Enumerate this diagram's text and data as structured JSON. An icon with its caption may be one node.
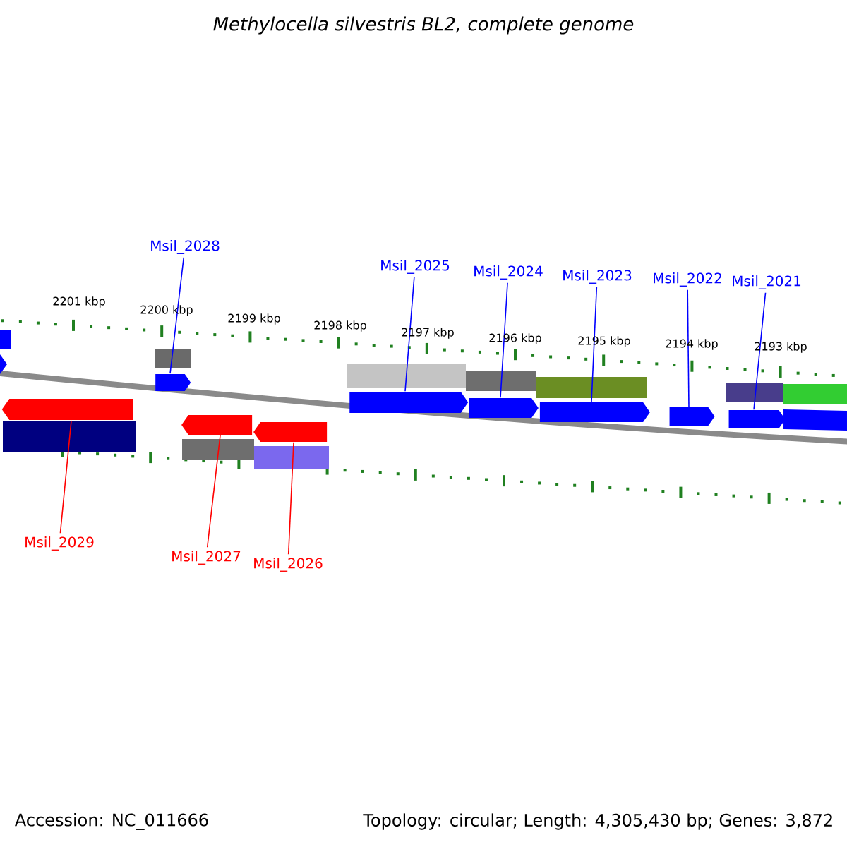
{
  "diagram": {
    "title": "Methylocella silvestris BL2, complete genome",
    "nodes": [
      {
        "text": [
          "Msil_2028"
        ]
      },
      {
        "text": [
          "Msil_2025"
        ]
      },
      {
        "text": [
          "Msil_2024"
        ]
      },
      {
        "text": [
          "Msil_2023"
        ]
      },
      {
        "text": [
          "Msil_2022"
        ]
      },
      {
        "text": [
          "Msil_2021"
        ]
      },
      {
        "text": [
          "Msil_2029"
        ]
      },
      {
        "text": [
          "Msil_2027"
        ]
      },
      {
        "text": [
          "Msil_2026"
        ]
      },
      {
        "text": [],
        "shape": "pentagon"
      },
      {
        "text": [],
        "shape": "pentagon"
      },
      {
        "text": [],
        "shape": "pentagon"
      },
      {
        "text": [],
        "shape": "pentagon"
      },
      {
        "text": [],
        "shape": "pentagon"
      },
      {
        "text": [],
        "shape": "pentagon"
      },
      {
        "text": [],
        "shape": "pentagon"
      },
      {
        "text": [],
        "shape": "pentagon"
      },
      {
        "text": [],
        "shape": "pentagon"
      },
      {
        "text": [],
        "shape": "bar"
      },
      {
        "text": [],
        "shape": "bar"
      },
      {
        "text": [],
        "shape": "bar"
      },
      {
        "text": [],
        "shape": "bar"
      },
      {
        "text": [],
        "shape": "bar"
      },
      {
        "text": [],
        "shape": "bar"
      },
      {
        "text": [],
        "shape": "bar"
      },
      {
        "text": [],
        "shape": "bar"
      },
      {
        "text": [],
        "shape": "bar"
      }
    ],
    "edges": [
      {
        "from": 0,
        "to": 9,
        "arrow": "none"
      },
      {
        "from": 1,
        "to": 10,
        "arrow": "none"
      },
      {
        "from": 2,
        "to": 11,
        "arrow": "none"
      },
      {
        "from": 3,
        "to": 12,
        "arrow": "none"
      },
      {
        "from": 4,
        "to": 13,
        "arrow": "none"
      },
      {
        "from": 5,
        "to": 14,
        "arrow": "none"
      },
      {
        "from": 6,
        "to": 15,
        "arrow": "none",
        "color": "#ff0000"
      },
      {
        "from": 7,
        "to": 16,
        "arrow": "none",
        "color": "#ff0000"
      },
      {
        "from": 8,
        "to": 17,
        "arrow": "none",
        "color": "#ff0000"
      }
    ],
    "labels": [
      "2201 kbp",
      "2200 kbp",
      "2199 kbp",
      "2198 kbp",
      "2197 kbp",
      "2196 kbp",
      "2195 kbp",
      "2194 kbp",
      "2193 kbp",
      "Accession: NC_011666",
      "Topology: circular; Length: 4,305,430 bp; Genes: 3,872"
    ]
  }
}
